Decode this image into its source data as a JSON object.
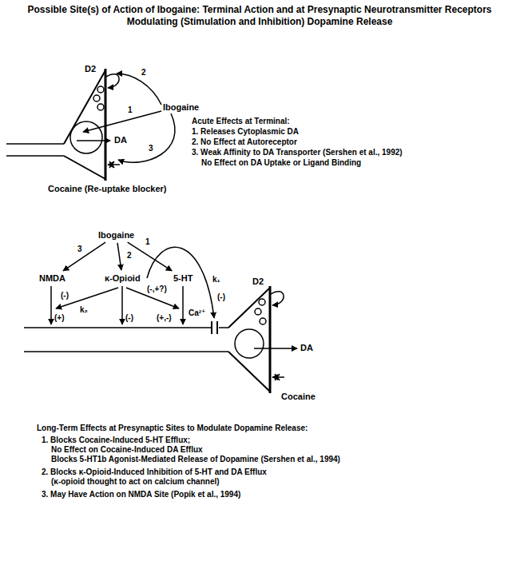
{
  "diagram": {
    "title": "Possible Site(s) of Action of Ibogaine: Terminal Action and at Presynaptic Neurotransmitter Receptors Modulating (Stimulation and Inhibition) Dopamine Release",
    "nodes": [
      {
        "text": [
          "Ibogaine"
        ]
      },
      {
        "text": [
          "NMDA"
        ]
      },
      {
        "text": [
          "κ-Opioid"
        ]
      },
      {
        "text": [
          "5-HT"
        ]
      }
    ],
    "edges": [
      {
        "from": 0,
        "to": 3,
        "label": "1",
        "arrow": "to"
      },
      {
        "from": 0,
        "to": 2,
        "label": "2",
        "arrow": "to"
      },
      {
        "from": 0,
        "to": 1,
        "label": "3",
        "arrow": "to"
      }
    ],
    "labels": [
      "D2",
      "Ibogaine",
      "2",
      "1",
      "DA",
      "3",
      "Acute Effects at Terminal:",
      "1. Releases Cytoplasmic DA",
      "2. No Effect at Autoreceptor",
      "3. Weak Affinity to DA Transporter (Sershen et al., 1992)",
      "No Effect on DA Uptake or Ligand Binding",
      "Cocaine (Re-uptake blocker)",
      "(-)",
      "k₂",
      "(-,+?)",
      "k₁",
      "(-)",
      "Ca²⁺",
      "D2",
      "(+)",
      "(-)",
      "(+,-)",
      "DA",
      "Cocaine",
      "Long-Term Effects at Presynaptic Sites to Modulate Dopamine Release:",
      "1. Blocks Cocaine-Induced 5-HT Efflux;",
      "No Effect on Cocaine-Induced DA Efflux",
      "Blocks 5-HT1b Agonist-Mediated Release of Dopamine (Sershen et al., 1994)",
      "2. Blocks κ-Opioid-Induced Inhibition of 5-HT and DA Efflux",
      "(κ-opioid thought to act on calcium channel)",
      "3. May Have Action on NMDA Site (Popik et al., 1994)"
    ]
  }
}
